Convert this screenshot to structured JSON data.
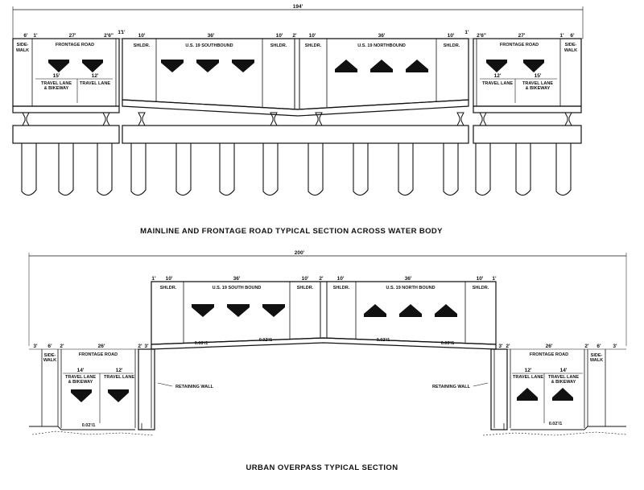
{
  "colors": {
    "ink": "#111111",
    "paper": "#ffffff"
  },
  "icons": {
    "southbound": "arrow-down-icon",
    "northbound": "arrow-up-icon"
  },
  "top": {
    "title": "MAINLINE AND FRONTAGE ROAD TYPICAL SECTION ACROSS WATER BODY",
    "overall": "194'",
    "left": {
      "dims": [
        "6'",
        "1'",
        "27'",
        "2'6\"",
        "1'"
      ],
      "sidewalk": [
        "SIDE-",
        "WALK"
      ],
      "road": "FRONTAGE ROAD",
      "sub_dims": [
        "15'",
        "12'"
      ],
      "lanes": [
        [
          "TRAVEL LANE",
          "& BIKEWAY"
        ],
        [
          "TRAVEL LANE"
        ]
      ]
    },
    "main": {
      "dims": [
        "1'",
        "10'",
        "36'",
        "10'",
        "2'",
        "10'",
        "36'",
        "10'",
        "1'"
      ],
      "shoulders": [
        "SHLDR.",
        "SHLDR.",
        "SHLDR.",
        "SHLDR."
      ],
      "south": "U.S. 19 SOUTHBOUND",
      "north": "U.S. 19 NORTHBOUND"
    },
    "right": {
      "dims": [
        "2'6\"",
        "27'",
        "1'",
        "6'"
      ],
      "sidewalk": [
        "SIDE-",
        "WALK"
      ],
      "road": "FRONTAGE ROAD",
      "sub_dims": [
        "12'",
        "15'"
      ],
      "lanes": [
        [
          "TRAVEL LANE"
        ],
        [
          "TRAVEL LANE",
          "& BIKEWAY"
        ]
      ]
    }
  },
  "bottom": {
    "title": "URBAN OVERPASS TYPICAL SECTION",
    "overall": "200'",
    "main": {
      "dims": [
        "1'",
        "10'",
        "36'",
        "10'",
        "2'",
        "10'",
        "36'",
        "10'",
        "1'"
      ],
      "shoulders": [
        "SHLDR.",
        "SHLDR.",
        "SHLDR.",
        "SHLDR."
      ],
      "south": "U.S. 19 SOUTH BOUND",
      "north": "U.S. 19 NORTH BOUND",
      "slopes": [
        "0.03'/1",
        "0.02'/1",
        "0.02'/1",
        "0.03'/1"
      ]
    },
    "left": {
      "dims": [
        "3'",
        "6'",
        "2'",
        "26'",
        "2'",
        "3'"
      ],
      "sidewalk": [
        "SIDE-",
        "WALK"
      ],
      "road": "FRONTAGE ROAD",
      "sub_dims": [
        "14'",
        "12'"
      ],
      "lanes": [
        [
          "TRAVEL LANE",
          "& BIKEWAY"
        ],
        [
          "TRAVEL LANE"
        ]
      ],
      "slope": "0.02'/1",
      "wall": "RETAINING WALL"
    },
    "right": {
      "dims": [
        "3'",
        "2'",
        "26'",
        "2'",
        "6'",
        "3'"
      ],
      "sidewalk": [
        "SIDE-",
        "WALK"
      ],
      "road": "FRONTAGE ROAD",
      "sub_dims": [
        "12'",
        "14'"
      ],
      "lanes": [
        [
          "TRAVEL LANE"
        ],
        [
          "TRAVEL LANE",
          "& BIKEWAY"
        ]
      ],
      "slope": "0.02'/1",
      "wall": "RETAINING WALL"
    }
  }
}
